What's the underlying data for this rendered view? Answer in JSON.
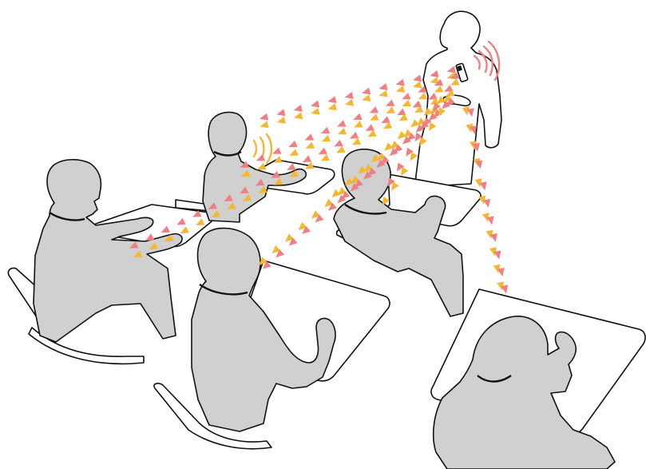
{
  "scene": {
    "colors": {
      "signal_from_teacher": "#f07f83",
      "signal_to_teacher": "#f4b730",
      "figure_fill": "#d0d0d0",
      "teacher_fill": "#ffffff",
      "outline": "#111111"
    },
    "icons": {
      "device": "wireless-microphone-icon",
      "waves": "sound-waves-icon",
      "arrows": "arrowhead-triangle-icon"
    },
    "listeners": [
      "student-center-back",
      "student-left",
      "student-right-middle",
      "student-front-center",
      "student-front-right"
    ]
  }
}
